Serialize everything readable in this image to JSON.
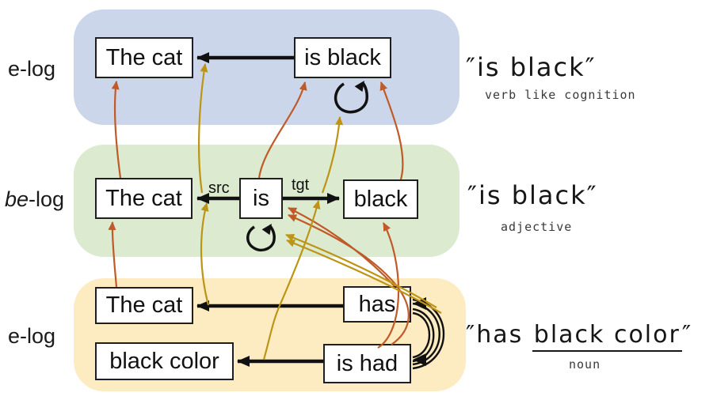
{
  "row_labels": {
    "top": "e-log",
    "middle_italic": "be",
    "middle_rest": "-log",
    "bottom": "e-log"
  },
  "nodes": {
    "top_thecat": "The cat",
    "top_isblack": "is black",
    "mid_thecat": "The cat",
    "mid_is": "is",
    "mid_black": "black",
    "bot_thecat": "The cat",
    "bot_has": "has",
    "bot_blackcolor": "black color",
    "bot_ishad": "is had"
  },
  "edge_labels": {
    "src": "src",
    "tgt": "tgt"
  },
  "annotations": {
    "top": {
      "quoted": "″is black″",
      "sub": "verb like cognition"
    },
    "middle": {
      "quoted": "″is black″",
      "sub": "adjective"
    },
    "bottom": {
      "open_quote": "″",
      "prefix": "has ",
      "underlined": "black color",
      "close_quote": "″",
      "sub": "noun"
    }
  },
  "colors": {
    "band_blue": "#ccd6eb",
    "band_green": "#dceacf",
    "band_yellow": "#fdecc1",
    "arrow_black": "#111111",
    "arrow_orange": "#c05a28",
    "arrow_yellow": "#bd9415"
  },
  "edges": [
    {
      "from": "is black",
      "to": "The cat",
      "color": "black",
      "band": "top"
    },
    {
      "from": "is",
      "to": "The cat",
      "label": "src",
      "color": "black",
      "band": "middle"
    },
    {
      "from": "is",
      "to": "black",
      "label": "tgt",
      "color": "black",
      "band": "middle"
    },
    {
      "from": "has",
      "to": "The cat",
      "color": "black",
      "band": "bottom"
    },
    {
      "from": "is had",
      "to": "black color",
      "color": "black",
      "band": "bottom"
    },
    {
      "from": "is black",
      "to": "is black",
      "color": "black",
      "type": "self-loop"
    },
    {
      "from": "is",
      "to": "is",
      "color": "black",
      "type": "self-loop"
    },
    {
      "from": "has",
      "to": "is had",
      "color": "black",
      "type": "double-arc"
    },
    {
      "from": "mid The cat",
      "to": "top The cat",
      "color": "orange"
    },
    {
      "from": "bot The cat",
      "to": "mid The cat",
      "color": "orange"
    },
    {
      "from": "is",
      "to": "is black",
      "color": "orange"
    },
    {
      "from": "black",
      "to": "is black",
      "color": "orange"
    },
    {
      "from": "has",
      "to": "is",
      "color": "orange"
    },
    {
      "from": "is had",
      "to": "is",
      "color": "orange"
    },
    {
      "from": "is had",
      "to": "black",
      "color": "orange"
    },
    {
      "from": "has-edge",
      "to": "src-edge",
      "color": "yellow"
    },
    {
      "from": "src-edge",
      "to": "top-edge",
      "color": "yellow"
    },
    {
      "from": "is-had-edge",
      "to": "tgt-edge",
      "color": "yellow"
    },
    {
      "from": "tgt-edge",
      "to": "top-loop",
      "color": "yellow"
    },
    {
      "from": "has-arc",
      "to": "is-loop",
      "color": "yellow"
    },
    {
      "from": "is-had-arc",
      "to": "is-loop",
      "color": "yellow"
    }
  ]
}
